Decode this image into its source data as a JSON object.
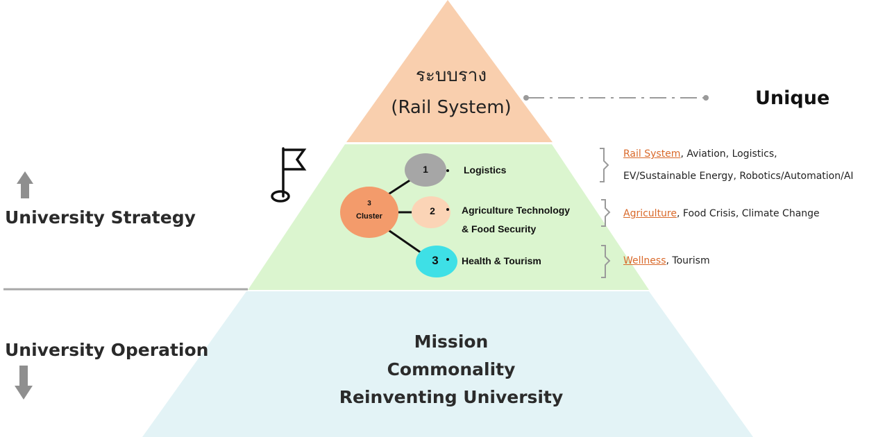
{
  "pyramid": {
    "top": {
      "line1": "ระบบราง",
      "line2": "(Rail System)"
    },
    "unique_label": "Unique",
    "clusters": {
      "hub_number": "3",
      "hub_label": "Cluster",
      "items": [
        {
          "num": "1",
          "label": "Logistics"
        },
        {
          "num": "2",
          "label_line1": "Agriculture Technology",
          "label_line2": "& Food Security"
        },
        {
          "num": "3",
          "label": "Health & Tourism"
        }
      ]
    },
    "bottom": {
      "line1": "Mission",
      "line2": "Commonality",
      "line3": "Reinventing University"
    }
  },
  "side": {
    "strategy_label": "University Strategy",
    "operation_label": "University Operation"
  },
  "keywords": {
    "group1_highlight": "Rail System",
    "group1_rest": ", Aviation, Logistics,",
    "group1_line2": "EV/Sustainable Energy, Robotics/Automation/AI",
    "group2_highlight": "Agriculture",
    "group2_rest": ", Food Crisis, Climate Change",
    "group3_highlight": "Wellness",
    "group3_rest": ", Tourism"
  },
  "colors": {
    "top_tier": "#f9cfae",
    "middle_tier": "#dbf5cf",
    "bottom_tier": "#e3f3f6",
    "hub": "#f39b6b",
    "circle1": "#a6a6a6",
    "circle2": "#fbd4b6",
    "circle3": "#3ee0e6",
    "arrow": "#8f8f8f",
    "highlight": "#d9692a"
  },
  "icons": {
    "flag": "flag-icon",
    "up_arrow": "arrow-up-icon",
    "down_arrow": "arrow-down-icon"
  }
}
